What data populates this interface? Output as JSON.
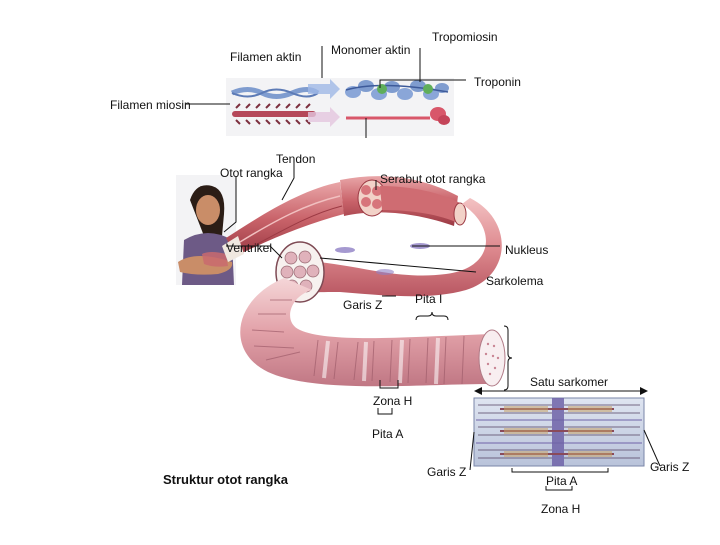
{
  "labels": {
    "filamen_aktin": "Filamen aktin",
    "monomer_aktin": "Monomer aktin",
    "tropomiosin": "Tropomiosin",
    "troponin": "Troponin",
    "filamen_miosin": "Filamen miosin",
    "tendon": "Tendon",
    "otot_rangka": "Otot rangka",
    "serabut_otot_rangka": "Serabut otot rangka",
    "ventrikel": "Ventrikel",
    "nukleus": "Nukleus",
    "sarkolema": "Sarkolema",
    "garis_z_1": "Garis Z",
    "pita_i": "Pita I",
    "satu_sarkomer": "Satu sarkomer",
    "zona_h_1": "Zona H",
    "pita_a_1": "Pita A",
    "garis_z_2": "Garis Z",
    "garis_z_3": "Garis Z",
    "pita_a_2": "Pita A",
    "zona_h_2": "Zona H",
    "title": "Struktur otot rangka"
  },
  "colors": {
    "muscle": "#c9636a",
    "muscle_light": "#e8a3a6",
    "muscle_dark": "#9c3a44",
    "actin_blue": "#7f9ccf",
    "troponin_green": "#5fae5a",
    "sarcomere_bg": "#c8d2e6",
    "band_purple": "#6f63a8",
    "skin": "#c98d68",
    "shirt": "#6d5a86"
  }
}
